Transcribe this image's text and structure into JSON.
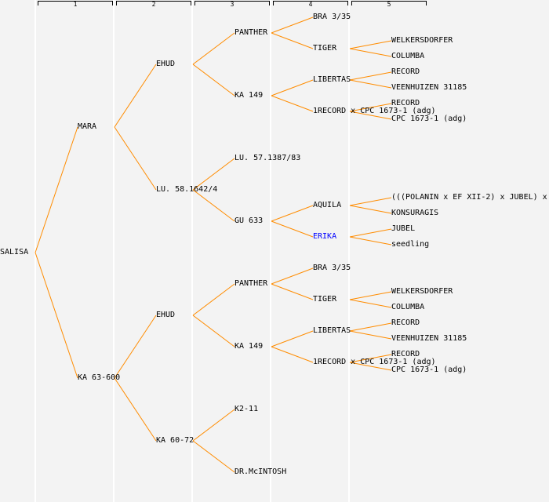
{
  "generations": [
    "1",
    "2",
    "3",
    "4",
    "5"
  ],
  "colors": {
    "line": "#ff8c00",
    "link": "#0000ff"
  },
  "tree": {
    "name": "SALISA",
    "children": [
      {
        "name": "MARA",
        "children": [
          {
            "name": "EHUD",
            "children": [
              {
                "name": "PANTHER",
                "children": [
                  {
                    "name": "BRA 3/35"
                  },
                  {
                    "name": "TIGER",
                    "children": [
                      {
                        "name": "WELKERSDORFER"
                      },
                      {
                        "name": "COLUMBA"
                      }
                    ]
                  }
                ]
              },
              {
                "name": "KA 149",
                "children": [
                  {
                    "name": "LIBERTAS",
                    "children": [
                      {
                        "name": "RECORD"
                      },
                      {
                        "name": "VEENHUIZEN 31185"
                      }
                    ]
                  },
                  {
                    "name": "1RECORD x CPC 1673-1 (adg)",
                    "children": [
                      {
                        "name": "RECORD"
                      },
                      {
                        "name": "CPC 1673-1 (adg)"
                      }
                    ]
                  }
                ]
              }
            ]
          },
          {
            "name": "LU. 58.1642/4",
            "children": [
              {
                "name": "LU. 57.1387/83"
              },
              {
                "name": "GU 633",
                "children": [
                  {
                    "name": "AQUILA",
                    "children": [
                      {
                        "name": "(((POLANIN x EF XII-2) x JUBEL) x"
                      },
                      {
                        "name": "KONSURAGIS"
                      }
                    ]
                  },
                  {
                    "name": "ERIKA",
                    "link": true,
                    "children": [
                      {
                        "name": "JUBEL"
                      },
                      {
                        "name": "seedling"
                      }
                    ]
                  }
                ]
              }
            ]
          }
        ]
      },
      {
        "name": "KA 63-600",
        "children": [
          {
            "name": "EHUD",
            "children": [
              {
                "name": "PANTHER",
                "children": [
                  {
                    "name": "BRA 3/35"
                  },
                  {
                    "name": "TIGER",
                    "children": [
                      {
                        "name": "WELKERSDORFER"
                      },
                      {
                        "name": "COLUMBA"
                      }
                    ]
                  }
                ]
              },
              {
                "name": "KA 149",
                "children": [
                  {
                    "name": "LIBERTAS",
                    "children": [
                      {
                        "name": "RECORD"
                      },
                      {
                        "name": "VEENHUIZEN 31185"
                      }
                    ]
                  },
                  {
                    "name": "1RECORD x CPC 1673-1 (adg)",
                    "children": [
                      {
                        "name": "RECORD"
                      },
                      {
                        "name": "CPC 1673-1 (adg)"
                      }
                    ]
                  }
                ]
              }
            ]
          },
          {
            "name": "KA 60-72",
            "children": [
              {
                "name": "K2-11"
              },
              {
                "name": "DR.McINTOSH"
              }
            ]
          }
        ]
      }
    ]
  }
}
